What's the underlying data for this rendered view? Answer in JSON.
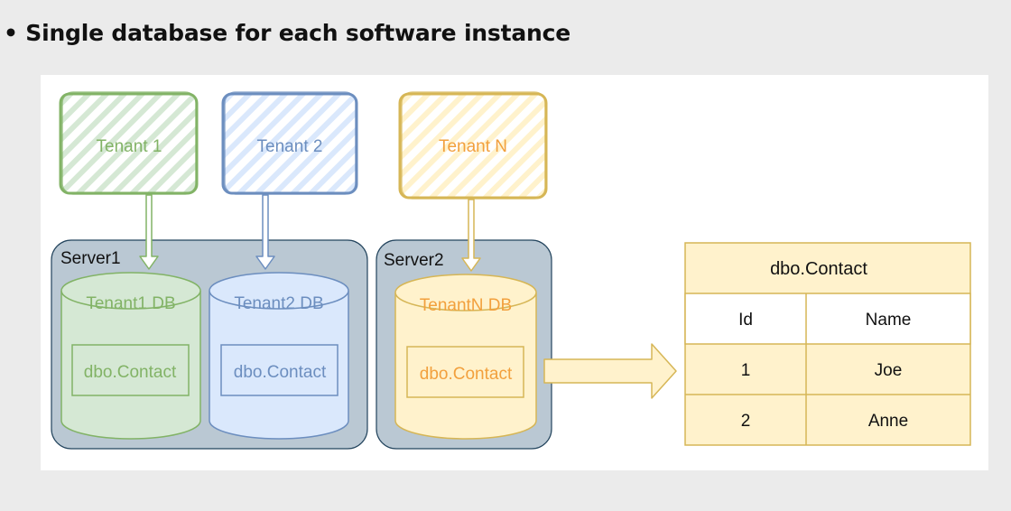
{
  "heading": "• Single database for each software instance",
  "diagram": {
    "tenants": [
      "Tenant 1",
      "Tenant 2",
      "Tenant N"
    ],
    "servers": [
      "Server1",
      "Server2"
    ],
    "databases": [
      "Tenant1 DB",
      "Tenant2 DB",
      "TenantN DB"
    ],
    "table_label": "dbo.Contact"
  },
  "table": {
    "title": "dbo.Contact",
    "headers": [
      "Id",
      "Name"
    ],
    "rows": [
      [
        "1",
        "Joe"
      ],
      [
        "2",
        "Anne"
      ]
    ]
  },
  "colors": {
    "green": "#82b366",
    "green_fill": "#d5e8d4",
    "blue": "#6c8ebf",
    "blue_fill": "#dae8fc",
    "orange": "#d6b656",
    "orange_text": "#f2a03d",
    "orange_fill": "#fff2cc",
    "server_fill": "#bac8d3",
    "server_stroke": "#23445d"
  }
}
